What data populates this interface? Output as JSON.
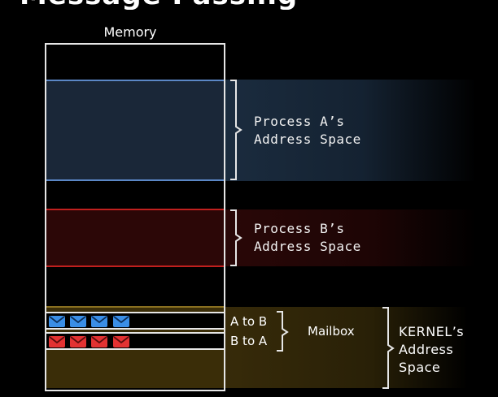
{
  "title": "Message Passing",
  "memory": {
    "label": "Memory"
  },
  "regions": {
    "process_a": {
      "line1": "Process A’s",
      "line2": "Address Space"
    },
    "process_b": {
      "line1": "Process B’s",
      "line2": "Address Space"
    },
    "kernel": {
      "line1": "KERNEL’s",
      "line2": "Address",
      "line3": "Space"
    }
  },
  "mailbox": {
    "label": "Mailbox",
    "rows": [
      {
        "label": "A to B",
        "message_count": 4,
        "color": "#3a8ee6",
        "icon": "envelope-icon"
      },
      {
        "label": "B to A",
        "message_count": 4,
        "color": "#e23232",
        "icon": "envelope-icon"
      }
    ]
  },
  "colors": {
    "background": "#000000",
    "process_a_border": "#5b87c6",
    "process_b_border": "#c0201e",
    "kernel_fill": "#3a2d08",
    "bracket": "#e6e6e6"
  }
}
